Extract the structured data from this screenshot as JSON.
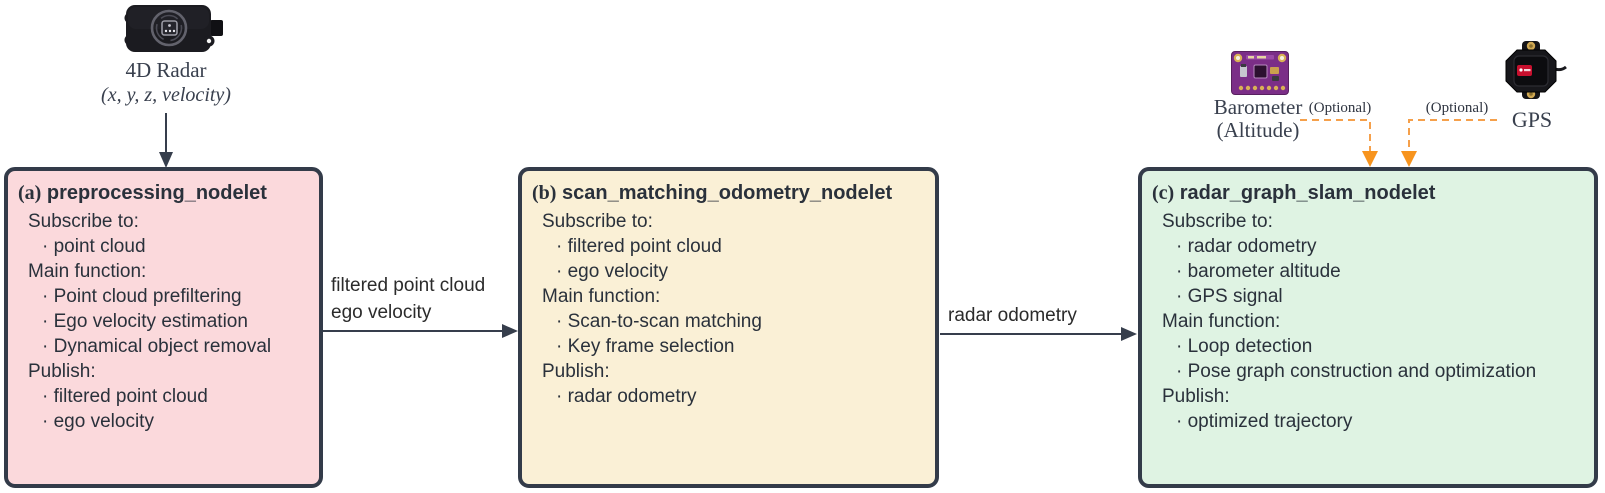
{
  "colors": {
    "node_border": "#333b49",
    "node_a_fill": "#fbd9dc",
    "node_b_fill": "#faf0d6",
    "node_c_fill": "#dff3e3",
    "arrow": "#363e4c",
    "optional_dash": "#f5a04b",
    "optional_arrowhead": "#f7941e",
    "box_text": "#2a313b",
    "label_text": "#39404e"
  },
  "icons": {
    "radar": "radar-sensor-icon",
    "barometer": "barometer-pcb-icon",
    "gps": "gps-receiver-icon"
  },
  "sensors": {
    "radar": {
      "name": "4D Radar",
      "detail": "(x, y, z, velocity)"
    },
    "barometer": {
      "name": "Barometer",
      "detail": "(Altitude)",
      "optional": "(Optional)"
    },
    "gps": {
      "name": "GPS",
      "optional": "(Optional)"
    }
  },
  "nodes": [
    {
      "prefix": "(a)",
      "title": "preprocessing_nodelet",
      "sections": [
        {
          "heading": "Subscribe to:",
          "items": [
            "point cloud"
          ]
        },
        {
          "heading": "Main function:",
          "items": [
            "Point cloud prefiltering",
            "Ego velocity estimation",
            "Dynamical object removal"
          ]
        },
        {
          "heading": "Publish:",
          "items": [
            "filtered point cloud",
            "ego velocity"
          ]
        }
      ]
    },
    {
      "prefix": "(b)",
      "title": "scan_matching_odometry_nodelet",
      "sections": [
        {
          "heading": "Subscribe to:",
          "items": [
            "filtered point cloud",
            "ego velocity"
          ]
        },
        {
          "heading": "Main function:",
          "items": [
            "Scan-to-scan matching",
            "Key frame selection"
          ]
        },
        {
          "heading": "Publish:",
          "items": [
            "radar odometry"
          ]
        }
      ]
    },
    {
      "prefix": "(c)",
      "title": "radar_graph_slam_nodelet",
      "sections": [
        {
          "heading": "Subscribe to:",
          "items": [
            "radar odometry",
            "barometer altitude",
            "GPS signal"
          ]
        },
        {
          "heading": "Main function:",
          "items": [
            "Loop detection",
            "Pose graph construction and optimization"
          ]
        },
        {
          "heading": "Publish:",
          "items": [
            "optimized trajectory"
          ]
        }
      ]
    }
  ],
  "edges": [
    {
      "lines": [
        "filtered point cloud",
        "ego velocity"
      ]
    },
    {
      "lines": [
        "radar odometry"
      ]
    }
  ]
}
